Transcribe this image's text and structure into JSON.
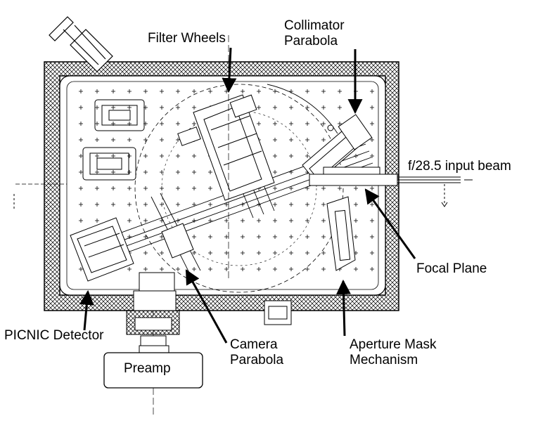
{
  "labels": {
    "filter_wheels": "Filter Wheels",
    "collimator": [
      "Collimator",
      "Parabola"
    ],
    "input_beam": "f/28.5 input beam",
    "focal_plane": "Focal Plane",
    "picnic_detector": "PICNIC Detector",
    "camera": [
      "Camera",
      "Parabola"
    ],
    "aperture_mask": [
      "Aperture Mask",
      "Mechanism"
    ],
    "preamp": "Preamp"
  },
  "colors": {
    "line": "#000000",
    "background": "#ffffff",
    "hatch": "#000000"
  }
}
